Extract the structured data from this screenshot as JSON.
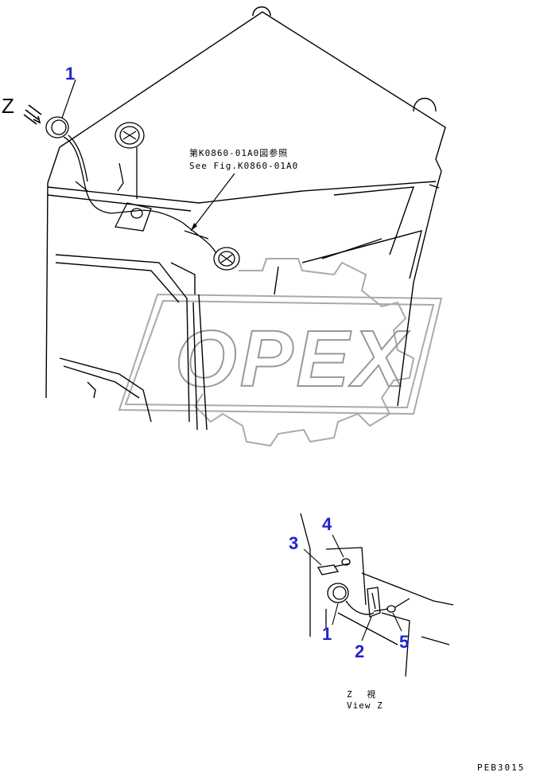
{
  "drawing": {
    "reference_jp": "第K0860-01A0図参照",
    "reference_en": "See Fig.K0860-01A0",
    "view_marker": "Z",
    "view_caption_jp": "Z 視",
    "view_caption_en": "View Z",
    "drawing_code": "PEB3015",
    "watermark": "OPEX"
  },
  "callouts": {
    "main_1": "1",
    "detail_4": "4",
    "detail_3": "3",
    "detail_1": "1",
    "detail_2": "2",
    "detail_5": "5"
  },
  "colors": {
    "callout": "#2222cc",
    "line": "#000000",
    "watermark": "#bbbbbb"
  }
}
